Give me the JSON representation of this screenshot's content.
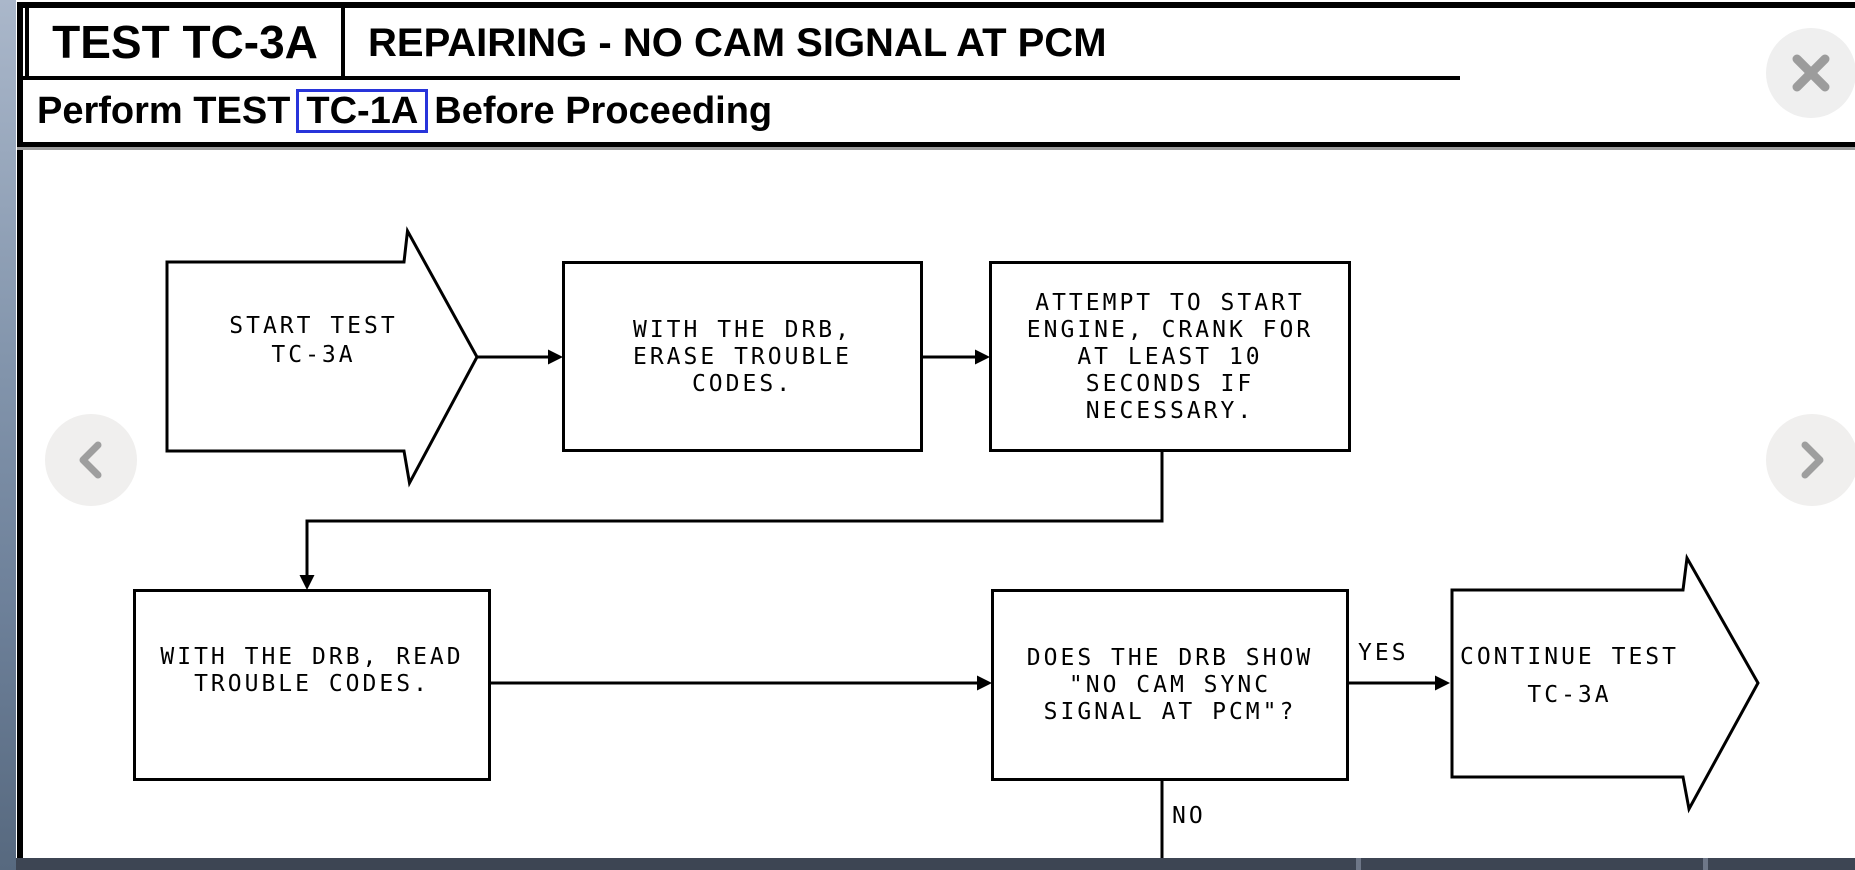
{
  "header": {
    "test_label": "TEST TC-3A",
    "title": "REPAIRING - NO CAM SIGNAL AT PCM",
    "subtitle_prefix": "Perform TEST",
    "subtitle_link": "TC-1A",
    "subtitle_suffix": "Before Proceeding"
  },
  "flowchart": {
    "start": {
      "lines": [
        "START TEST",
        "TC-3A"
      ]
    },
    "erase": {
      "lines": [
        "WITH THE DRB,",
        "ERASE TROUBLE",
        "CODES."
      ]
    },
    "attempt": {
      "lines": [
        "ATTEMPT TO START",
        "ENGINE, CRANK FOR",
        "AT LEAST 10",
        "SECONDS IF",
        "NECESSARY."
      ]
    },
    "read": {
      "lines": [
        "WITH THE DRB, READ",
        "TROUBLE CODES."
      ]
    },
    "does": {
      "lines": [
        "DOES THE DRB SHOW",
        "\"NO CAM SYNC",
        "SIGNAL AT PCM\"?"
      ]
    },
    "continue": {
      "lines": [
        "CONTINUE TEST",
        "TC-3A"
      ]
    },
    "labels": {
      "yes": "YES",
      "no": "NO"
    }
  },
  "viewer_icons": {
    "close": "close-x",
    "prev": "chevron-left",
    "next": "chevron-right"
  },
  "colors": {
    "link_box_blue": "#2834da",
    "bottom_bar": "#3d4553",
    "bar_separator": "#6e7788",
    "nav_button_bg": "#f0efee",
    "nav_glyph": "#9e9e9e",
    "edge_strip_top": "#aab7ca",
    "edge_strip_bottom": "#57697f"
  }
}
